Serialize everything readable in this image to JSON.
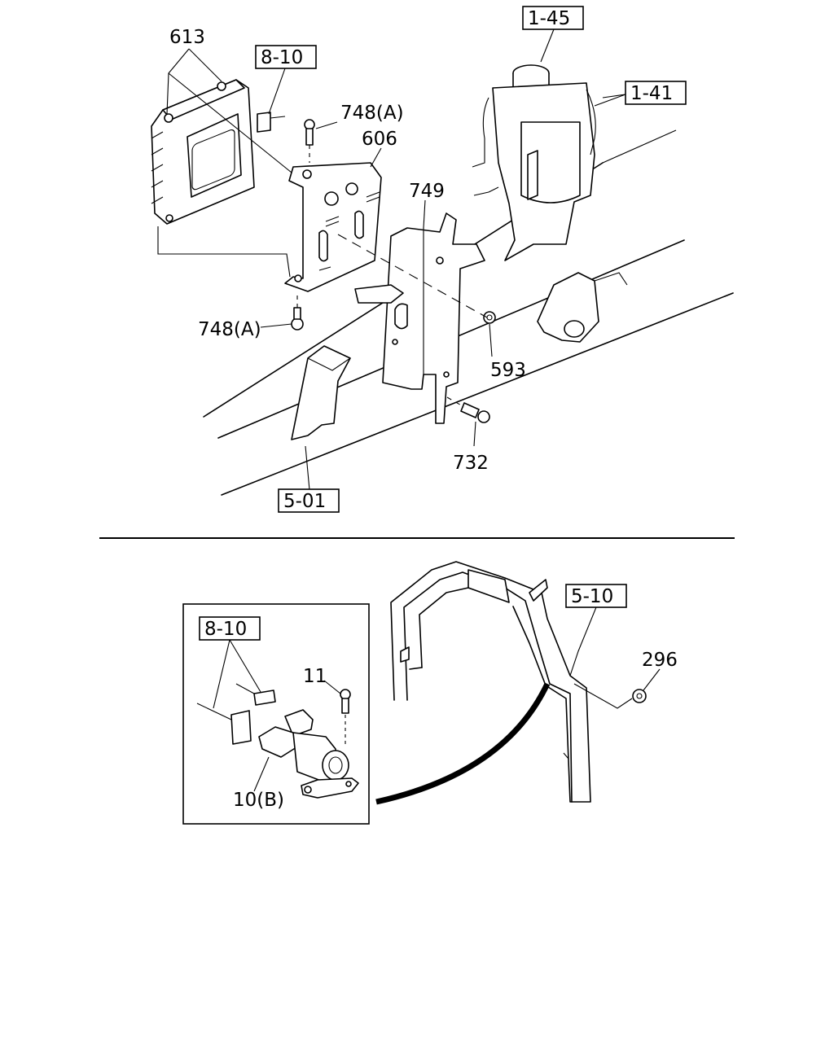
{
  "callouts": {
    "c_613": "613",
    "c_8_10_top": "8-10",
    "c_748a_top": "748(A)",
    "c_606": "606",
    "c_1_45": "1-45",
    "c_1_41": "1-41",
    "c_749": "749",
    "c_748a_bottom": "748(A)",
    "c_593": "593",
    "c_732": "732",
    "c_5_01": "5-01",
    "c_5_10": "5-10",
    "c_296": "296",
    "c_8_10_inset": "8-10",
    "c_11": "11",
    "c_10b": "10(B)"
  }
}
